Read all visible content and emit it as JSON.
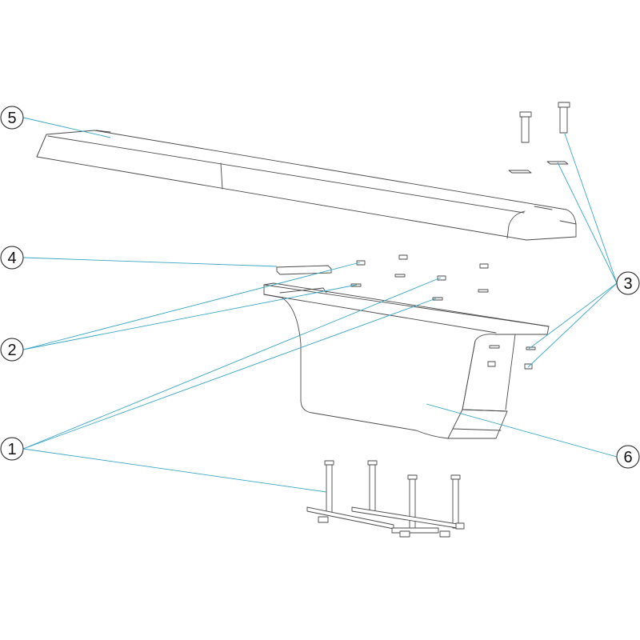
{
  "colors": {
    "leader": "#3aa6c6",
    "outline": "#4a4a4a",
    "callout_stroke": "#1a1a1a"
  },
  "callouts": [
    {
      "id": "1",
      "label": "1"
    },
    {
      "id": "2",
      "label": "2"
    },
    {
      "id": "3",
      "label": "3"
    },
    {
      "id": "4",
      "label": "4"
    },
    {
      "id": "5",
      "label": "5"
    },
    {
      "id": "6",
      "label": "6"
    }
  ]
}
